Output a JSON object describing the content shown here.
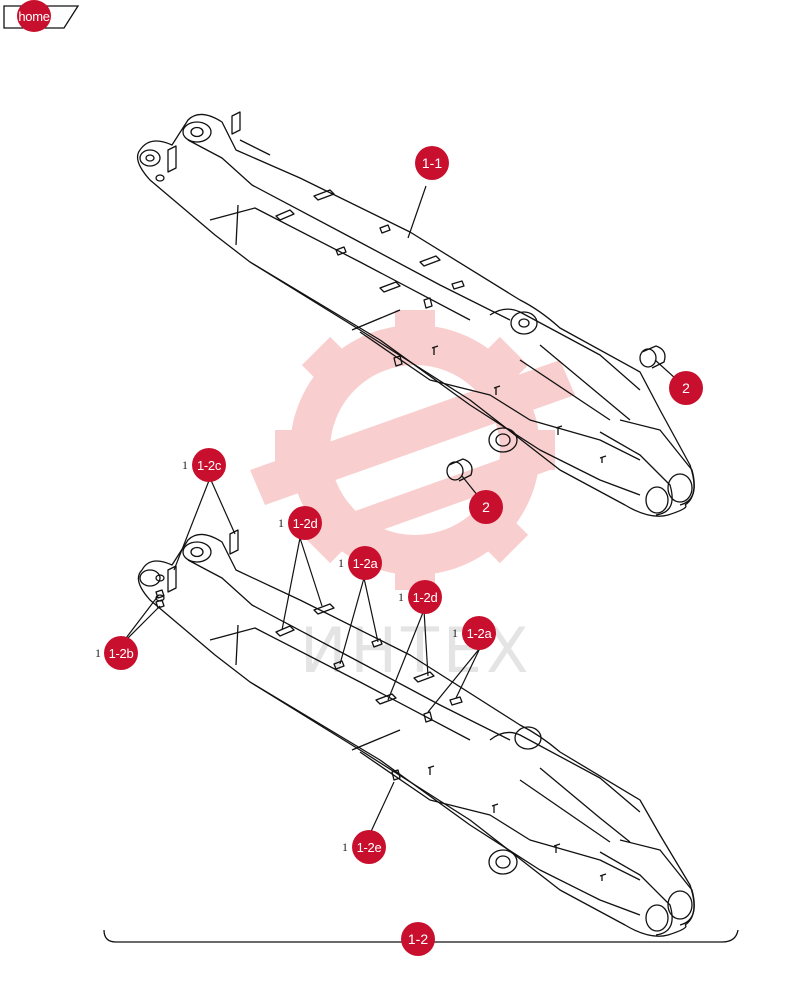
{
  "nav": {
    "home_label": "home"
  },
  "watermark": {
    "text": "ИНТЕХ"
  },
  "colors": {
    "callout": "#c8102e",
    "watermark": "#f4b3b3",
    "line": "#111111"
  },
  "callouts": {
    "c_1_1": "1-1",
    "c_2_top": "2",
    "c_2_mid": "2",
    "c_2c": "1-2c",
    "c_2d_a": "1-2d",
    "c_2a_a": "1-2a",
    "c_2d_b": "1-2d",
    "c_2a_b": "1-2a",
    "c_2b": "1-2b",
    "c_2e": "1-2e",
    "c_1_2": "1-2"
  },
  "prefixes": {
    "p_2c": "1",
    "p_2d_a": "1",
    "p_2a_a": "1",
    "p_2d_b": "1",
    "p_2a_b": "1",
    "p_2b": "1",
    "p_2e": "1"
  }
}
